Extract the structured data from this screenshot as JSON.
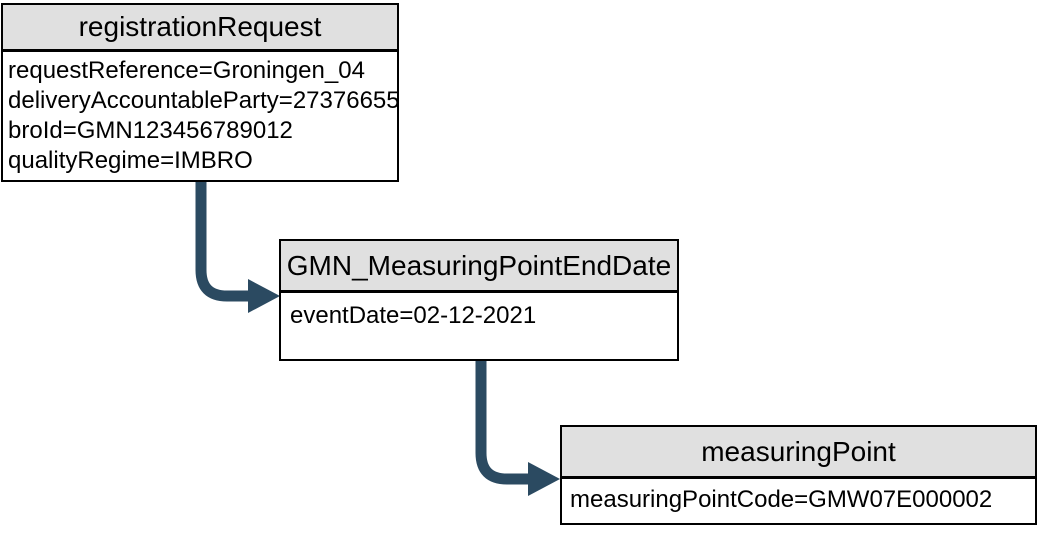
{
  "diagram": {
    "nodes": [
      {
        "id": "registrationRequest",
        "title": "registrationRequest",
        "attributes": [
          "requestReference=Groningen_04",
          "deliveryAccountableParty=27376655",
          "broId=GMN123456789012",
          "qualityRegime=IMBRO"
        ]
      },
      {
        "id": "GMN_MeasuringPointEndDate",
        "title": "GMN_MeasuringPointEndDate",
        "attributes": [
          "eventDate=02-12-2021"
        ]
      },
      {
        "id": "measuringPoint",
        "title": "measuringPoint",
        "attributes": [
          "measuringPointCode=GMW07E000002"
        ]
      }
    ],
    "edges": [
      {
        "from": "registrationRequest",
        "to": "GMN_MeasuringPointEndDate"
      },
      {
        "from": "GMN_MeasuringPointEndDate",
        "to": "measuringPoint"
      }
    ],
    "colors": {
      "arrow": "#2B4A61",
      "header_bg": "#E0E0E0",
      "border": "#000000",
      "background": "#FFFFFF"
    }
  }
}
